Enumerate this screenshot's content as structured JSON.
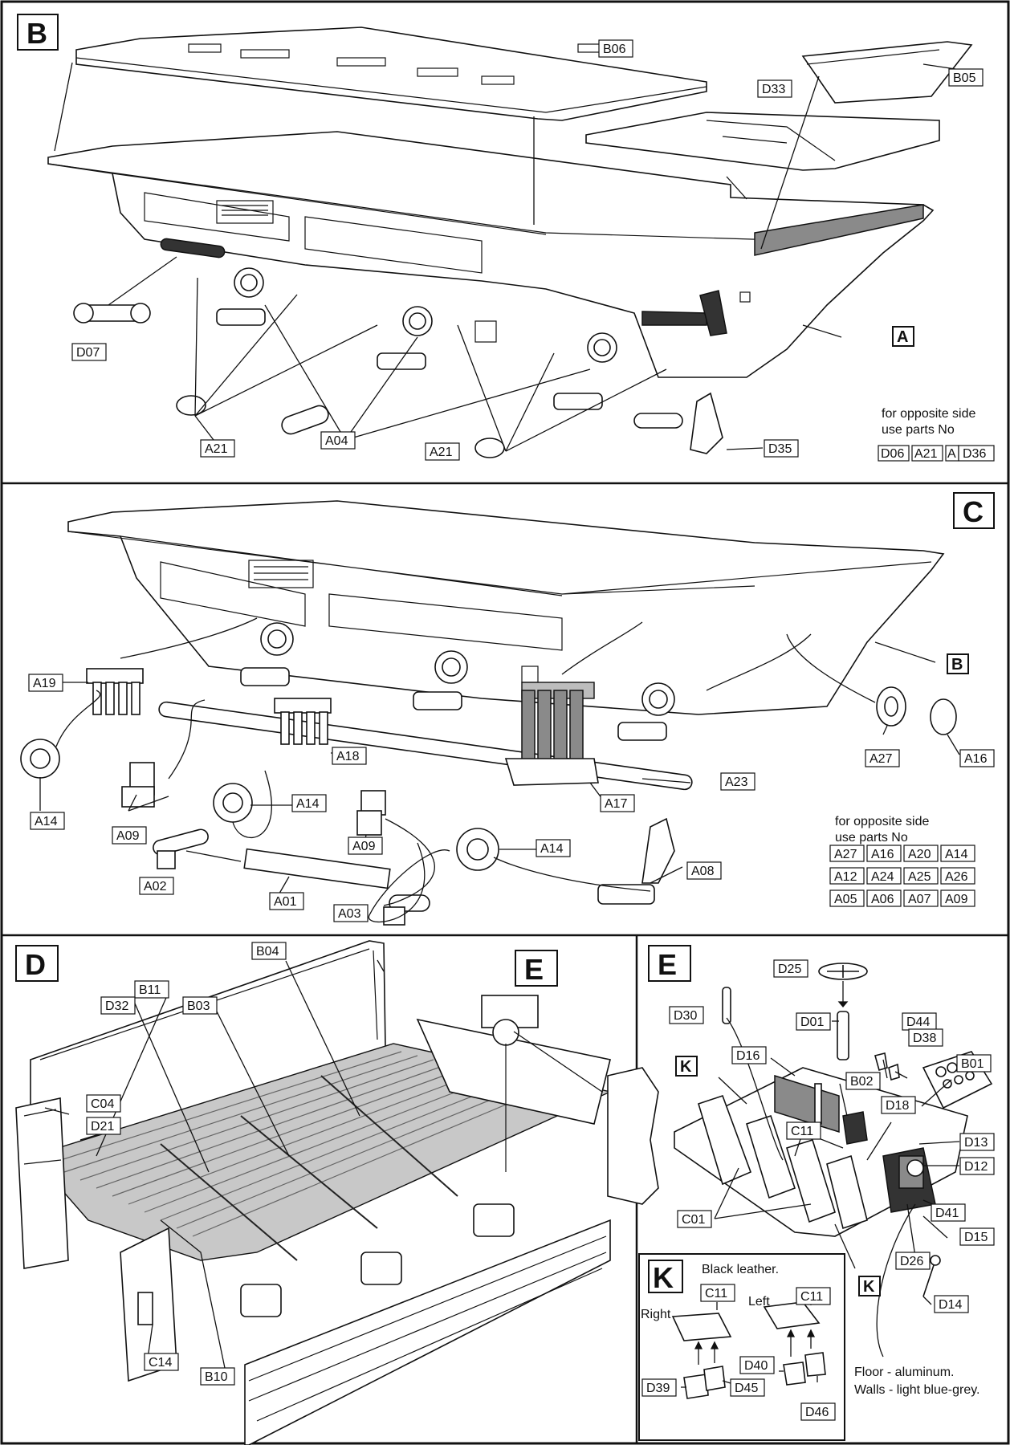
{
  "steps": {
    "B": {
      "letter": "B",
      "parts": [
        "B06",
        "B05",
        "D33",
        "D07",
        "A21",
        "A04",
        "A21",
        "D35"
      ],
      "assembly_ref": "A",
      "note_line1": "for opposite side",
      "note_line2": "use parts No",
      "opposite_parts": [
        "D06",
        "A21",
        "A",
        "D36"
      ]
    },
    "C": {
      "letter": "C",
      "parts": [
        "A19",
        "A14",
        "A09",
        "A02",
        "A01",
        "A03",
        "A18",
        "A14",
        "A09",
        "A14",
        "A17",
        "A23",
        "A08",
        "A27",
        "A16"
      ],
      "assembly_ref": "B",
      "note_line1": "for opposite side",
      "note_line2": "use parts No",
      "opposite_parts": [
        "A27",
        "A16",
        "A20",
        "A14",
        "A12",
        "A24",
        "A25",
        "A26",
        "A05",
        "A06",
        "A07",
        "A09"
      ]
    },
    "D": {
      "letter": "D",
      "subassembly_ref": "E",
      "parts": [
        "B04",
        "B11",
        "B03",
        "D32",
        "C04",
        "D21",
        "C14",
        "B10"
      ]
    },
    "E": {
      "letter": "E",
      "parts": [
        "D25",
        "D30",
        "D01",
        "D44",
        "D38",
        "B01",
        "D16",
        "B02",
        "C11",
        "D18",
        "D13",
        "D12",
        "D15",
        "D41",
        "D26",
        "C01",
        "D14"
      ],
      "seat_ref": "K"
    },
    "K": {
      "letter": "K",
      "caption": "Black leather.",
      "right_label": "Right",
      "left_label": "Left",
      "parts": [
        "C11",
        "C11",
        "D39",
        "D45",
        "D40",
        "D46"
      ],
      "floor_note": "Floor - aluminum.",
      "walls_note": "Walls - light blue-grey."
    }
  }
}
